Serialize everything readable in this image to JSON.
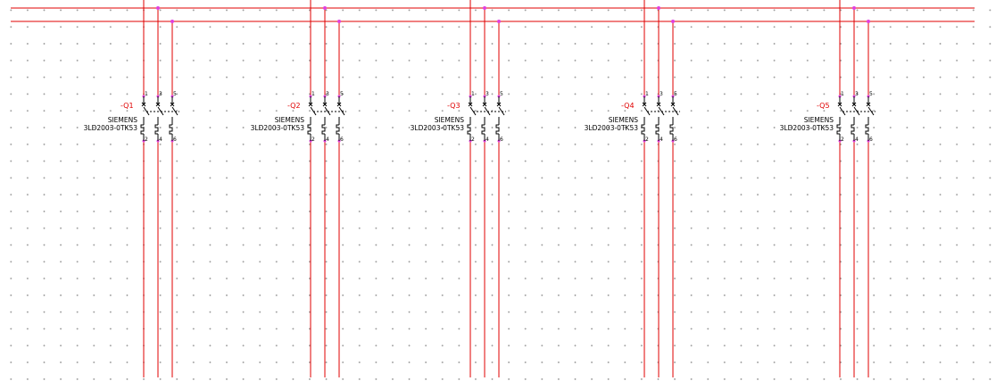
{
  "colors": {
    "wire": "#e00000",
    "symbol": "#000000",
    "node": "#e040e0",
    "tag": "#e00000",
    "text": "#000000"
  },
  "components": [
    {
      "tag": "-Q1",
      "manufacturer": "SIEMENS",
      "part_number": "3LD2003-0TK53",
      "pins_top": [
        "1",
        "3",
        "5"
      ],
      "pins_bottom": [
        "2",
        "4",
        "6"
      ]
    },
    {
      "tag": "-Q2",
      "manufacturer": "SIEMENS",
      "part_number": "3LD2003-0TK53",
      "pins_top": [
        "1",
        "3",
        "5"
      ],
      "pins_bottom": [
        "2",
        "4",
        "6"
      ]
    },
    {
      "tag": "-Q3",
      "manufacturer": "SIEMENS",
      "part_number": "3LD2003-0TK53",
      "pins_top": [
        "1",
        "3",
        "5"
      ],
      "pins_bottom": [
        "2",
        "4",
        "6"
      ]
    },
    {
      "tag": "-Q4",
      "manufacturer": "SIEMENS",
      "part_number": "3LD2003-0TK53",
      "pins_top": [
        "1",
        "3",
        "5"
      ],
      "pins_bottom": [
        "2",
        "4",
        "6"
      ]
    },
    {
      "tag": "-Q5",
      "manufacturer": "SIEMENS",
      "part_number": "3LD2003-0TK53",
      "pins_top": [
        "1",
        "3",
        "5"
      ],
      "pins_bottom": [
        "2",
        "4",
        "6"
      ]
    }
  ]
}
